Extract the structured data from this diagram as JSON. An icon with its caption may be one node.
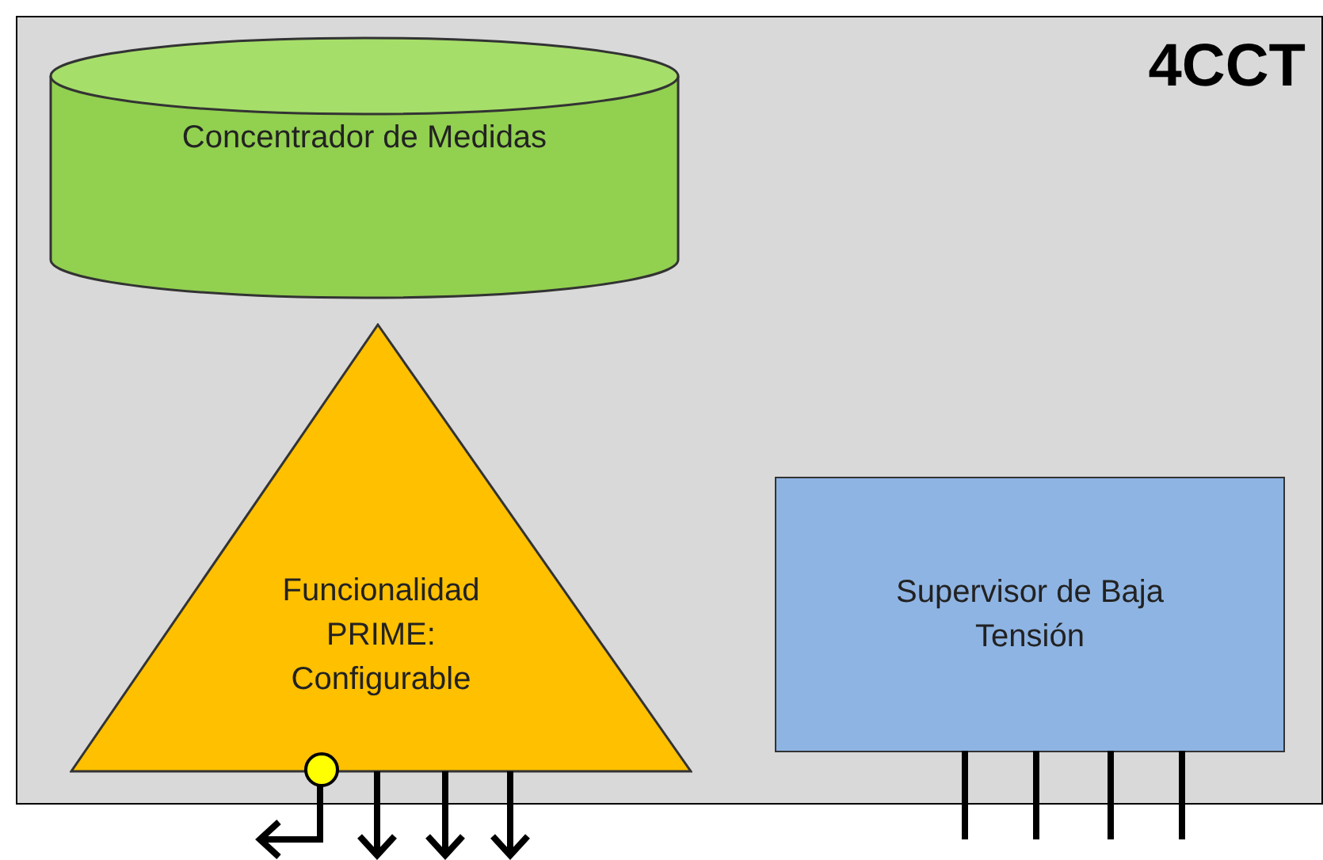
{
  "diagram": {
    "nodes": [
      {
        "text": [
          "4CCT"
        ]
      },
      {
        "text": [
          "Concentrador de Medidas"
        ],
        "in": 0
      },
      {
        "text": [
          "Funcionalidad PRIME: Configurable"
        ],
        "in": 0
      },
      {
        "text": [
          "Supervisor de Baja Tensión"
        ],
        "in": 0
      },
      {
        "text": [],
        "shape": "circle",
        "in": 0
      }
    ],
    "edges": [
      {
        "from": 4,
        "to": null,
        "arrow": "to"
      },
      {
        "from": 2,
        "to": null,
        "arrow": "to"
      },
      {
        "from": 2,
        "to": null,
        "arrow": "to"
      },
      {
        "from": 2,
        "to": null,
        "arrow": "to"
      },
      {
        "from": 3,
        "to": null,
        "arrow": "none"
      },
      {
        "from": 3,
        "to": null,
        "arrow": "none"
      },
      {
        "from": 3,
        "to": null,
        "arrow": "none"
      },
      {
        "from": 3,
        "to": null,
        "arrow": "none"
      }
    ]
  }
}
